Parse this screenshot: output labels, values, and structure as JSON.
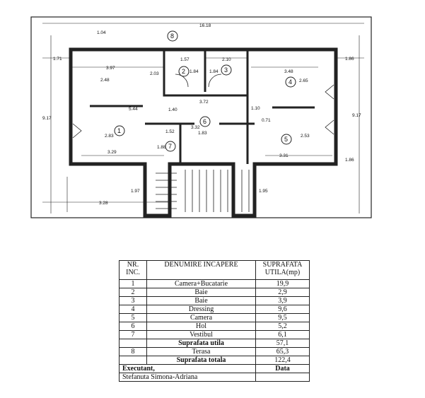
{
  "plan": {
    "rooms": [
      "1",
      "2",
      "3",
      "4",
      "5",
      "6",
      "7",
      "8"
    ],
    "dims": {
      "overall": "16.18",
      "top_left": "1.04",
      "left_ext": "1.71",
      "right_ext": "1.86",
      "r1_w": "3.97",
      "r1_h": "2.48",
      "r1_s": "2.03",
      "r1_l": "5.44",
      "r1_v": "2.83",
      "r1_b": "3.29",
      "r2_w": "1.57",
      "r2_h": "1.84",
      "r3_h": "1.84",
      "r3_w": "2.10",
      "hall": "3.72",
      "h1": "1.40",
      "h2": "1.10",
      "h3": "0.71",
      "r4_w": "3.48",
      "r4_h": "2.65",
      "r5_h": "2.53",
      "r5_b": "3.31",
      "r6_a": "3.32",
      "r6_b": "1.83",
      "r7_a": "1.52",
      "r7_b": "1.88",
      "side_l": "9.17",
      "side_r": "9.17",
      "side_r2": "1.86",
      "bot_l": "3.28",
      "bot_m": "1.97",
      "bot_r": "1.95"
    }
  },
  "table": {
    "header": {
      "nr": "NR. INC.",
      "name": "DENUMIRE INCAPERE",
      "area": "SUPRAFATA UTILA(mp)"
    },
    "rows": [
      {
        "nr": "1",
        "name": "Camera+Bucatarie",
        "area": "19,9"
      },
      {
        "nr": "2",
        "name": "Baie",
        "area": "2,9"
      },
      {
        "nr": "3",
        "name": "Baie",
        "area": "3,9"
      },
      {
        "nr": "4",
        "name": "Dressing",
        "area": "9,6"
      },
      {
        "nr": "5",
        "name": "Camera",
        "area": "9,5"
      },
      {
        "nr": "6",
        "name": "Hol",
        "area": "5,2"
      },
      {
        "nr": "7",
        "name": "Vestibul",
        "area": "6,1"
      }
    ],
    "util": {
      "label": "Suprafata utila",
      "area": "57,1"
    },
    "terrace": {
      "nr": "8",
      "name": "Terasa",
      "area": "65,3"
    },
    "total": {
      "label": "Suprafata totala",
      "area": "122,4"
    },
    "exec": {
      "label": "Executant,",
      "date_label": "Data",
      "name": "Stefanuta Simona-Adriana"
    }
  }
}
